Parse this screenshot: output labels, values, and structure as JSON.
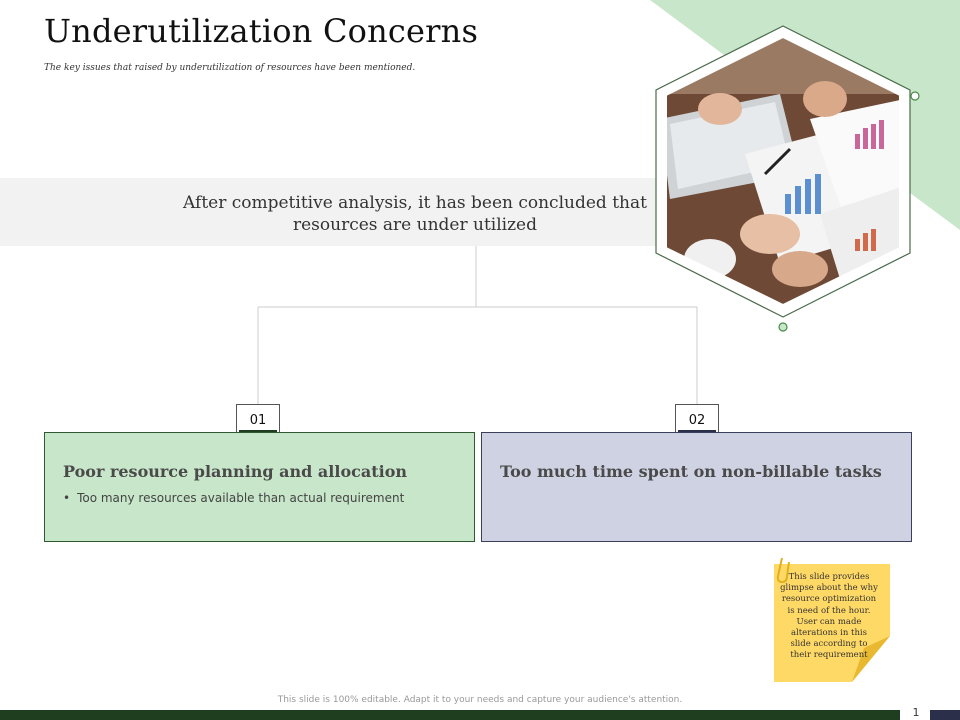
{
  "slide": {
    "title": "Underutilization Concerns",
    "subtitle": "The key issues that raised by underutilization  of resources have been mentioned.",
    "conclusion": "After competitive analysis, it has been concluded that resources are under utilized",
    "colors": {
      "accent_green": "#c8e6c9",
      "accent_lavender": "#cfd2e3",
      "dark_green": "#1f3d1f",
      "dark_navy": "#2b2f4a",
      "note_yellow": "#ffd966"
    }
  },
  "cards": [
    {
      "number": "01",
      "title": "Poor resource planning and allocation",
      "bullets": [
        "Too many resources available than actual requirement"
      ]
    },
    {
      "number": "02",
      "title": "Too much time spent on non-billable tasks",
      "bullets": []
    }
  ],
  "note": {
    "text": "This slide provides glimpse about the why resource optimization is need of the hour. User can made alterations in this slide according to their requirement",
    "icon": "paperclip-icon"
  },
  "image": {
    "icon": "team-meeting-photo"
  },
  "footer": {
    "text": "This slide is 100% editable. Adapt it to your needs and capture your audience's attention.",
    "page_number": "1"
  }
}
